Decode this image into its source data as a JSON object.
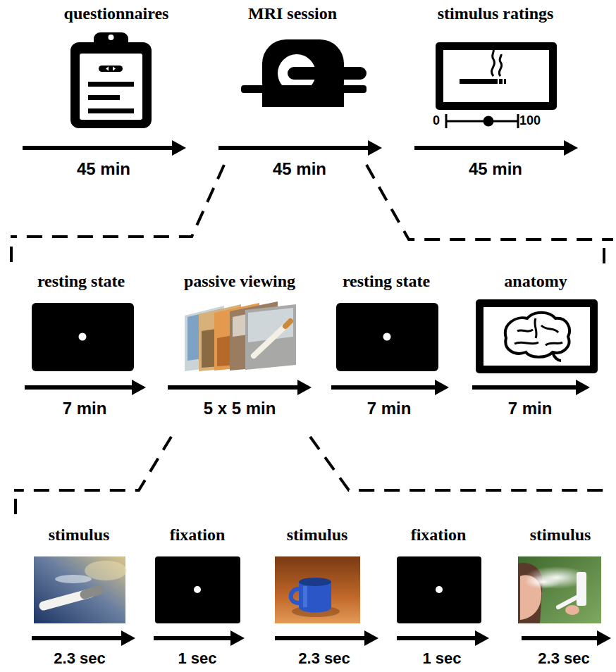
{
  "diagram": {
    "labels": [
      "questionnaires",
      "MRI session",
      "stimulus ratings",
      "0",
      "100",
      "45 min",
      "45 min",
      "45 min",
      "resting state",
      "passive viewing",
      "resting state",
      "anatomy",
      "7 min",
      "5 x 5 min",
      "7 min",
      "7 min",
      "stimulus",
      "fixation",
      "stimulus",
      "fixation",
      "stimulus",
      "2.3 sec",
      "1 sec",
      "2.3 sec",
      "1 sec",
      "2.3 sec"
    ]
  }
}
